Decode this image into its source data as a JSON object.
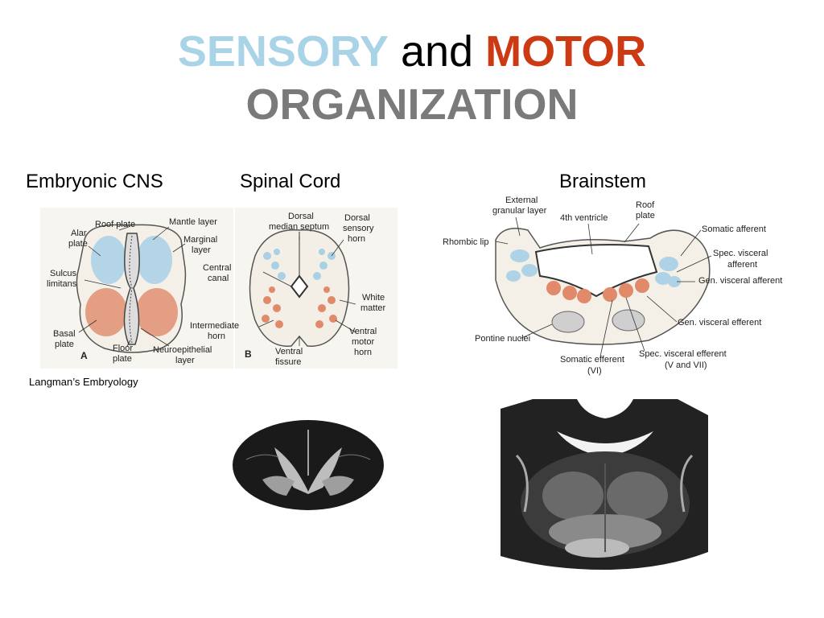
{
  "title": {
    "sensory": "SENSORY",
    "and": "and",
    "motor": "MOTOR",
    "line2": "ORGANIZATION"
  },
  "headings": {
    "embryonic": "Embryonic CNS",
    "spinal": "Spinal Cord",
    "brainstem": "Brainstem"
  },
  "credit": "Langman’s Embryology",
  "panel_a": {
    "letter": "A",
    "labels": {
      "roof_plate": "Roof plate",
      "mantle_layer": "Mantle layer",
      "alar_plate_1": "Alar",
      "alar_plate_2": "plate",
      "marginal_layer_1": "Marginal",
      "marginal_layer_2": "layer",
      "sulcus_1": "Sulcus",
      "sulcus_2": "limitans",
      "basal_1": "Basal",
      "basal_2": "plate",
      "floor_1": "Floor",
      "floor_2": "plate",
      "neuro_1": "Neuroepithelial",
      "neuro_2": "layer"
    }
  },
  "panel_b": {
    "letter": "B",
    "labels": {
      "dorsal_septum_1": "Dorsal",
      "dorsal_septum_2": "median septum",
      "dorsal_horn_1": "Dorsal",
      "dorsal_horn_2": "sensory",
      "dorsal_horn_3": "horn",
      "central_canal_1": "Central",
      "central_canal_2": "canal",
      "white_matter_1": "White",
      "white_matter_2": "matter",
      "intermediate_1": "Intermediate",
      "intermediate_2": "horn",
      "ventral_motor_1": "Ventral",
      "ventral_motor_2": "motor",
      "ventral_motor_3": "horn",
      "ventral_fissure_1": "Ventral",
      "ventral_fissure_2": "fissure"
    }
  },
  "panel_c": {
    "labels": {
      "ext_granular_1": "External",
      "ext_granular_2": "granular layer",
      "fourth_ventricle": "4th ventricle",
      "roof_plate_1": "Roof",
      "roof_plate_2": "plate",
      "rhombic_lip": "Rhombic lip",
      "somatic_afferent": "Somatic afferent",
      "spec_visc_aff_1": "Spec. visceral",
      "spec_visc_aff_2": "afferent",
      "gen_visc_aff": "Gen. visceral afferent",
      "gen_visc_eff": "Gen. visceral efferent",
      "pontine": "Pontine nuclei",
      "somatic_eff_1": "Somatic efferent",
      "somatic_eff_2": "(VI)",
      "spec_visc_eff_1": "Spec. visceral efferent",
      "spec_visc_eff_2": "(V and VII)"
    }
  },
  "colors": {
    "sensory": "#a9d3e6",
    "motor": "#cc3a14",
    "organization": "#7a7a7a",
    "alar_fill": "#a8d0e6",
    "basal_fill": "#e08a6a"
  }
}
